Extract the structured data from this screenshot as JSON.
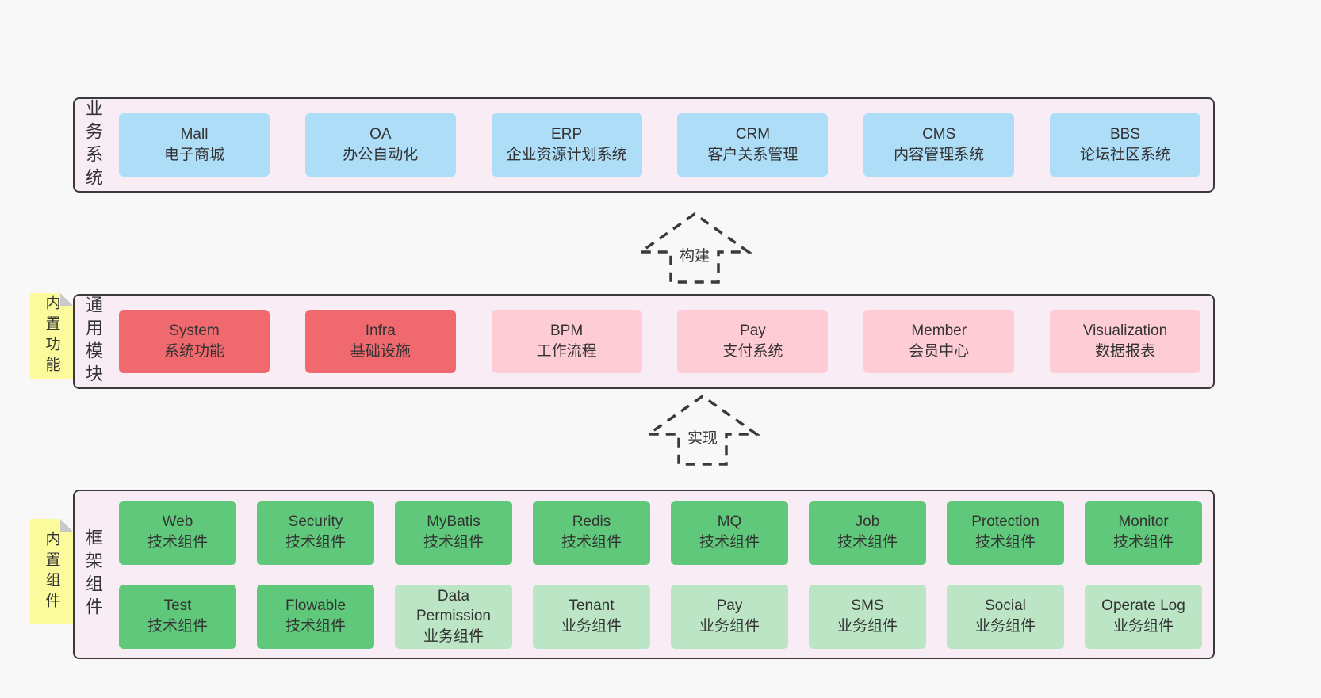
{
  "page": {
    "background": "#f8f8f8"
  },
  "colors": {
    "panel_bg": "#f8edf5",
    "panel_border": "#3a3a3a",
    "blue": "#aeddf8",
    "red": "#f0696e",
    "pink": "#fdccd5",
    "green": "#60c87a",
    "light_green": "#bbe5c4",
    "sticky_yellow": "#fbfb9d",
    "text": "#333333"
  },
  "layers": {
    "business": {
      "title": "业务系统",
      "boxes": [
        {
          "name": "Mall",
          "subtitle": "电子商城",
          "variant": "blue"
        },
        {
          "name": "OA",
          "subtitle": "办公自动化",
          "variant": "blue"
        },
        {
          "name": "ERP",
          "subtitle": "企业资源计划系统",
          "variant": "blue"
        },
        {
          "name": "CRM",
          "subtitle": "客户关系管理",
          "variant": "blue"
        },
        {
          "name": "CMS",
          "subtitle": "内容管理系统",
          "variant": "blue"
        },
        {
          "name": "BBS",
          "subtitle": "论坛社区系统",
          "variant": "blue"
        }
      ]
    },
    "modules": {
      "sticky": "内置功能",
      "title": "通用模块",
      "boxes": [
        {
          "name": "System",
          "subtitle": "系统功能",
          "variant": "red"
        },
        {
          "name": "Infra",
          "subtitle": "基础设施",
          "variant": "red"
        },
        {
          "name": "BPM",
          "subtitle": "工作流程",
          "variant": "pink"
        },
        {
          "name": "Pay",
          "subtitle": "支付系统",
          "variant": "pink"
        },
        {
          "name": "Member",
          "subtitle": "会员中心",
          "variant": "pink"
        },
        {
          "name": "Visualization",
          "subtitle": "数据报表",
          "variant": "pink"
        }
      ]
    },
    "components": {
      "sticky": "内置组件",
      "title": "框架组件",
      "rows": [
        [
          {
            "name": "Web",
            "subtitle": "技术组件",
            "variant": "green"
          },
          {
            "name": "Security",
            "subtitle": "技术组件",
            "variant": "green"
          },
          {
            "name": "MyBatis",
            "subtitle": "技术组件",
            "variant": "green"
          },
          {
            "name": "Redis",
            "subtitle": "技术组件",
            "variant": "green"
          },
          {
            "name": "MQ",
            "subtitle": "技术组件",
            "variant": "green"
          },
          {
            "name": "Job",
            "subtitle": "技术组件",
            "variant": "green"
          },
          {
            "name": "Protection",
            "subtitle": "技术组件",
            "variant": "green"
          },
          {
            "name": "Monitor",
            "subtitle": "技术组件",
            "variant": "green"
          }
        ],
        [
          {
            "name": "Test",
            "subtitle": "技术组件",
            "variant": "green"
          },
          {
            "name": "Flowable",
            "subtitle": "技术组件",
            "variant": "green"
          },
          {
            "name": "Data Permission",
            "subtitle": "业务组件",
            "variant": "light_green"
          },
          {
            "name": "Tenant",
            "subtitle": "业务组件",
            "variant": "light_green"
          },
          {
            "name": "Pay",
            "subtitle": "业务组件",
            "variant": "light_green"
          },
          {
            "name": "SMS",
            "subtitle": "业务组件",
            "variant": "light_green"
          },
          {
            "name": "Social",
            "subtitle": "业务组件",
            "variant": "light_green"
          },
          {
            "name": "Operate Log",
            "subtitle": "业务组件",
            "variant": "light_green"
          }
        ]
      ]
    }
  },
  "arrows": {
    "build": "构建",
    "implement": "实现"
  }
}
